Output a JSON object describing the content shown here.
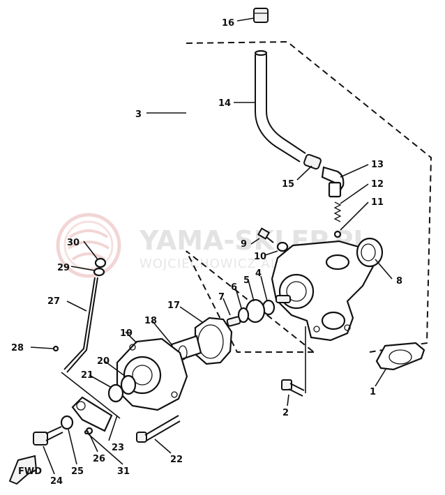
{
  "watermark": {
    "name": "YAMA-SKLEP.PL",
    "sub": "WOJCIECHOWICZ ALEKSANDRA",
    "logo_color": "#e8b4b4"
  },
  "callouts": {
    "p1": "1",
    "p2": "2",
    "p3": "3",
    "p4": "4",
    "p5": "5",
    "p6": "6",
    "p7": "7",
    "p8": "8",
    "p9": "9",
    "p10": "10",
    "p11": "11",
    "p12": "12",
    "p13": "13",
    "p14": "14",
    "p15": "15",
    "p16": "16",
    "p17": "17",
    "p18": "18",
    "p19": "19",
    "p20": "20",
    "p21": "21",
    "p22": "22",
    "p23": "23",
    "p24": "24",
    "p25": "25",
    "p26": "26",
    "p27": "27",
    "p28": "28",
    "p29": "29",
    "p30": "30",
    "p31": "31"
  },
  "fwd_tag": "FWD",
  "colors": {
    "ink": "#111111",
    "paper": "#ffffff"
  }
}
